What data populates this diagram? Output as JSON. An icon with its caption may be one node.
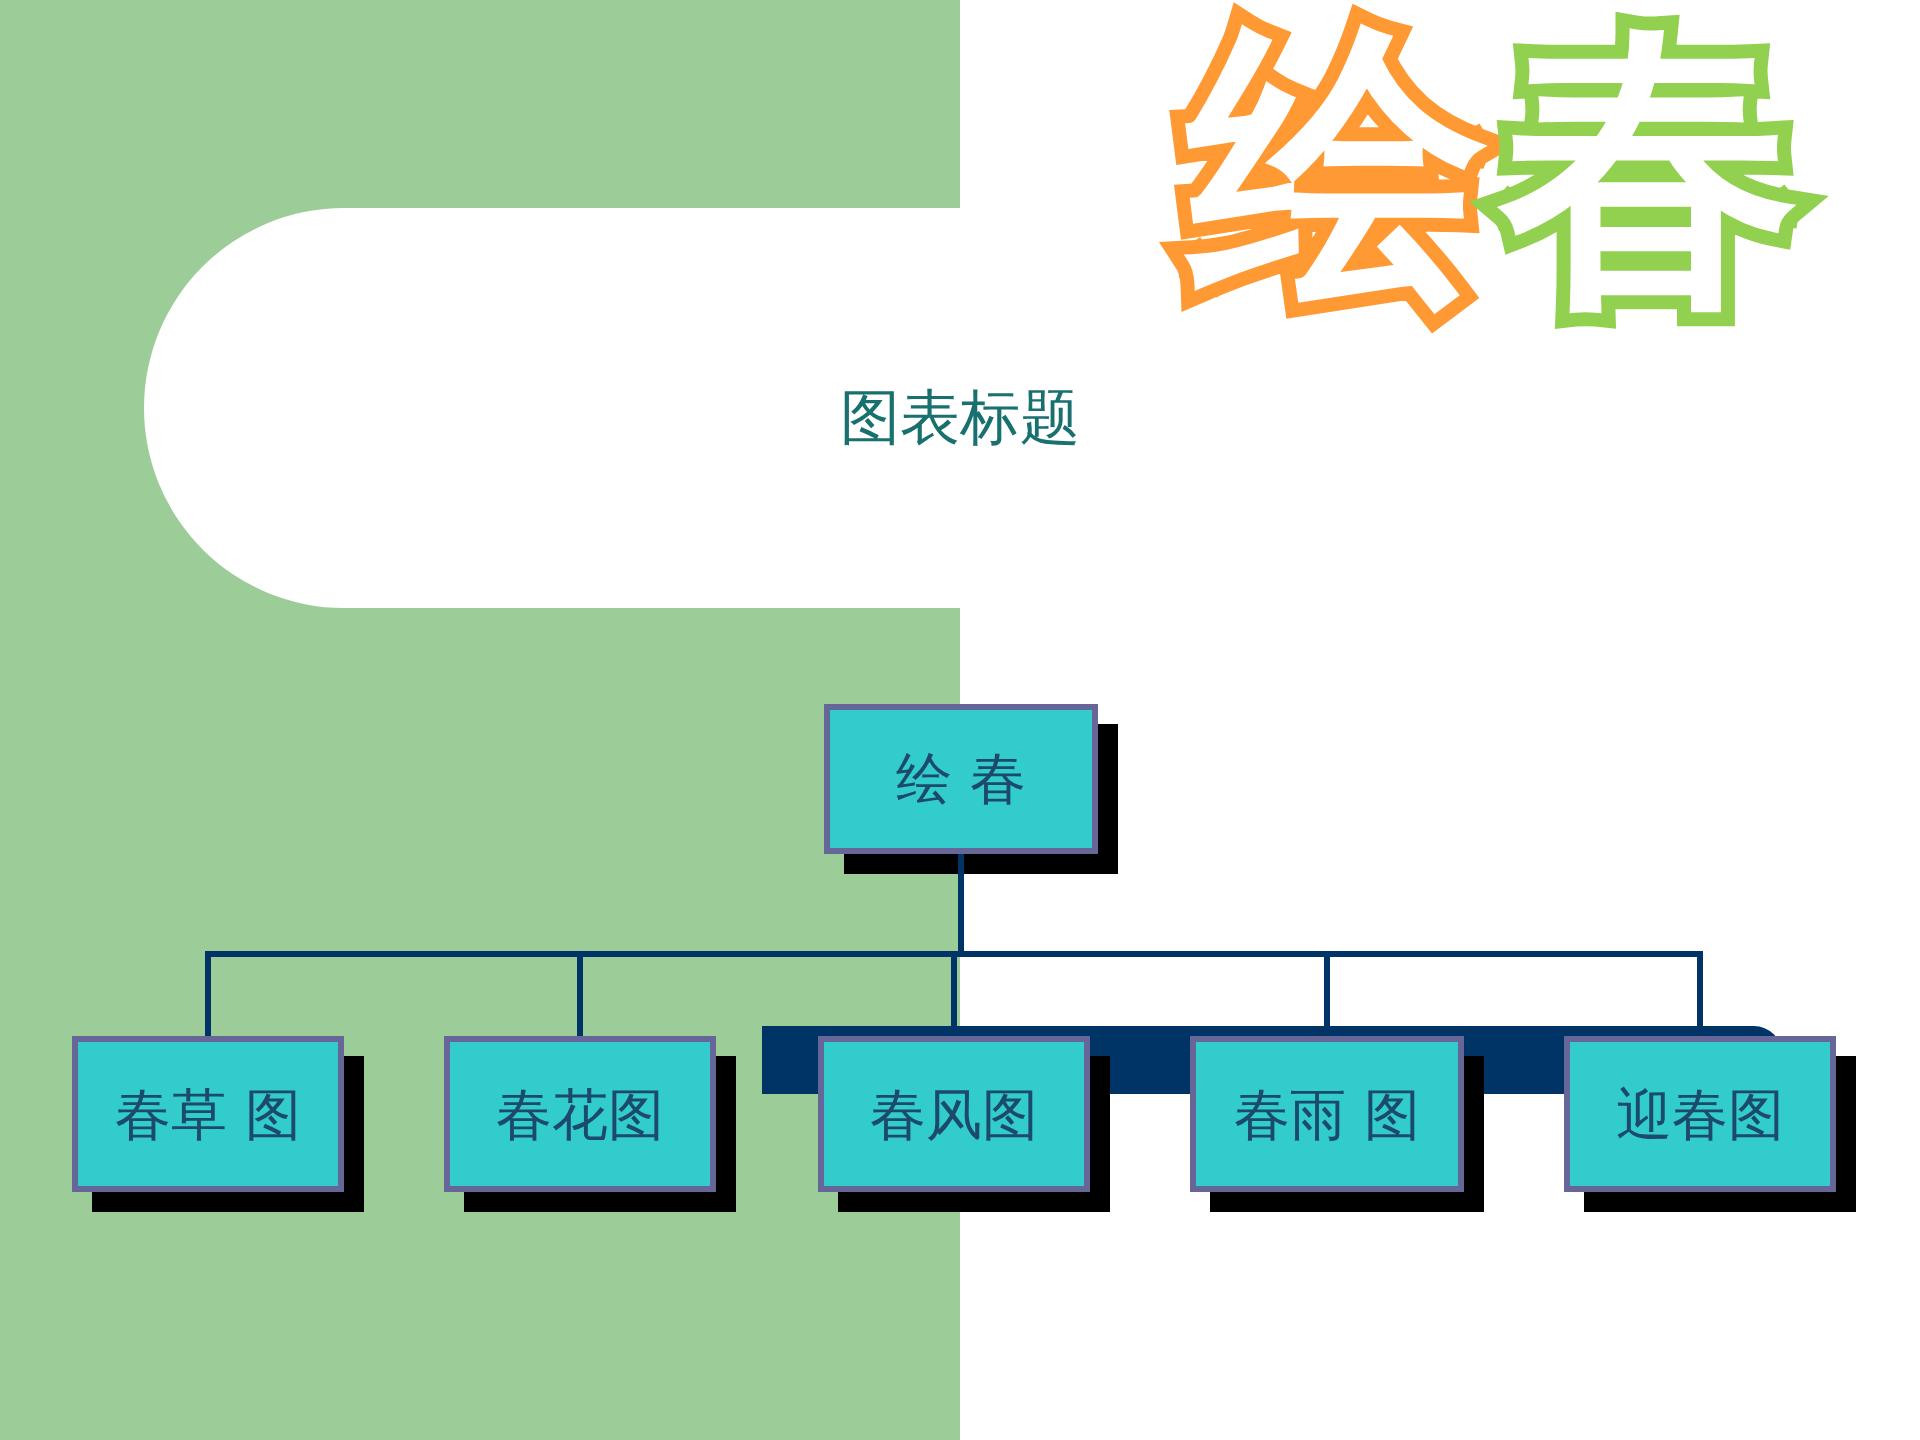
{
  "diagram": {
    "title": "绘春",
    "nodes": [
      {
        "text": [
          "绘 春"
        ]
      },
      {
        "text": [
          "春草 图"
        ]
      },
      {
        "text": [
          "春花图"
        ]
      },
      {
        "text": [
          "春风图"
        ]
      },
      {
        "text": [
          "春雨 图"
        ]
      },
      {
        "text": [
          "迎春图"
        ]
      }
    ],
    "edges": [
      {
        "from": 0,
        "to": 1,
        "arrow": "none"
      },
      {
        "from": 0,
        "to": 2,
        "arrow": "none"
      },
      {
        "from": 0,
        "to": 3,
        "arrow": "none"
      },
      {
        "from": 0,
        "to": 4,
        "arrow": "none"
      },
      {
        "from": 0,
        "to": 5,
        "arrow": "none"
      }
    ],
    "labels": [
      "图表标题"
    ]
  }
}
